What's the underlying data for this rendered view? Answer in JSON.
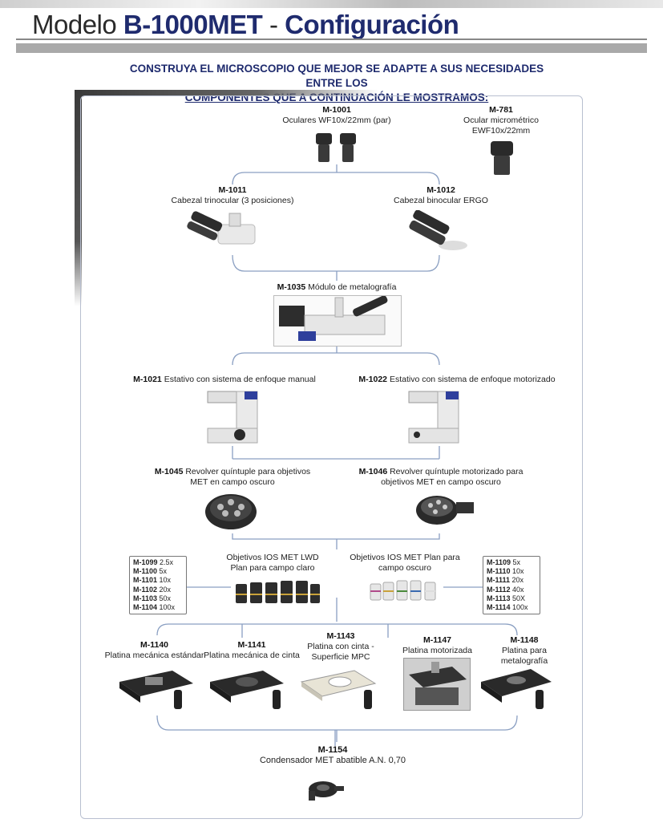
{
  "header": {
    "title_prefix": "Modelo ",
    "model": "B-1000MET",
    "separator": " - ",
    "section": "Configuración",
    "intro_line1": "CONSTRUYA EL MICROSCOPIO QUE MEJOR SE ADAPTE A SUS NECESIDADES ENTRE LOS",
    "intro_line2": "COMPONENTES QUE A CONTINUACIÓN LE MOSTRAMOS:"
  },
  "components": {
    "m1001": {
      "code": "M-1001",
      "desc": "Oculares WF10x/22mm (par)"
    },
    "m781": {
      "code": "M-781",
      "desc1": "Ocular micrométrico",
      "desc2": "EWF10x/22mm"
    },
    "m1011": {
      "code": "M-1011",
      "desc": "Cabezal trinocular (3 posiciones)"
    },
    "m1012": {
      "code": "M-1012",
      "desc": "Cabezal binocular ERGO"
    },
    "m1035": {
      "code": "M-1035",
      "desc": " Módulo de metalografía"
    },
    "m1021": {
      "code": "M-1021",
      "desc": " Estativo con sistema de enfoque manual"
    },
    "m1022": {
      "code": "M-1022",
      "desc": " Estativo con sistema de enfoque motorizado"
    },
    "m1045": {
      "code": "M-1045",
      "desc1": " Revolver quíntuple para objetivos",
      "desc2": "MET en campo oscuro"
    },
    "m1046": {
      "code": "M-1046",
      "desc1": " Revolver quíntuple motorizado para",
      "desc2": "objetivos MET en campo oscuro"
    },
    "obj_lwd": {
      "line1": "Objetivos IOS MET LWD",
      "line2": "Plan para campo claro"
    },
    "obj_dark": {
      "line1": "Objetivos IOS MET Plan para",
      "line2": "campo oscuro"
    },
    "m1140": {
      "code": "M-1140",
      "desc": "Platina mecánica estándar"
    },
    "m1141": {
      "code": "M-1141",
      "desc": "Platina mecánica de cinta"
    },
    "m1143": {
      "code": "M-1143",
      "desc1": "Platina con cinta -",
      "desc2": "Superficie MPC"
    },
    "m1147": {
      "code": "M-1147",
      "desc": "Platina motorizada"
    },
    "m1148": {
      "code": "M-1148",
      "desc": "Platina para metalografía"
    },
    "m1154": {
      "code": "M-1154",
      "desc": "Condensador MET  abatible A.N. 0,70"
    }
  },
  "objectives_lwd": [
    {
      "code": "M-1099",
      "mag": " 2.5x"
    },
    {
      "code": "M-1100",
      "mag": " 5x"
    },
    {
      "code": "M-1101",
      "mag": " 10x"
    },
    {
      "code": "M-1102",
      "mag": " 20x"
    },
    {
      "code": "M-1103",
      "mag": " 50x"
    },
    {
      "code": "M-1104",
      "mag": " 100x"
    }
  ],
  "objectives_dark": [
    {
      "code": "M-1109",
      "mag": " 5x"
    },
    {
      "code": "M-1110",
      "mag": " 10x"
    },
    {
      "code": "M-1111",
      "mag": " 20x"
    },
    {
      "code": "M-1112",
      "mag": " 40x"
    },
    {
      "code": "M-1113",
      "mag": " 50X"
    },
    {
      "code": "M-1114",
      "mag": " 100x"
    }
  ],
  "colors": {
    "title_blue": "#1f2b6e",
    "connector": "#8a9fc2",
    "frame": "#b8bfd0"
  }
}
